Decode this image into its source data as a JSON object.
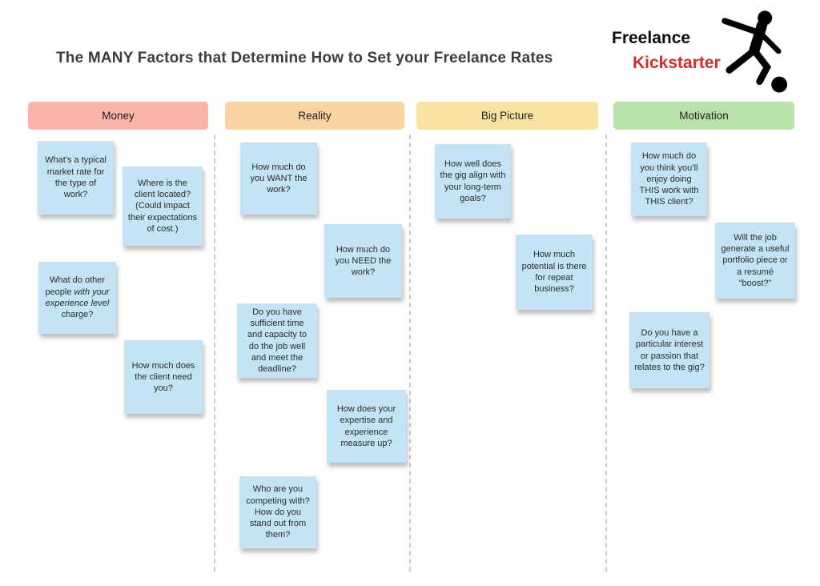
{
  "title": "The MANY Factors that Determine How to Set your Freelance Rates",
  "logo": {
    "word1": "Freelance",
    "word2": "Kickstarter",
    "word2_color": "#d42c2c",
    "figure_icon": "kicking-figure-icon"
  },
  "note_color": "#c3e4f5",
  "columns": [
    {
      "label": "Money",
      "header_color": "#fbb4a9",
      "notes": [
        {
          "text": "What’s a typical market rate for the type of work?"
        },
        {
          "text": "Where is the client located? (Could impact their expectations of cost.)"
        },
        {
          "text_pre": "What do other people ",
          "text_italic": "with your experience level",
          "text_post": " charge?"
        },
        {
          "text": "How much does the client need you?"
        }
      ]
    },
    {
      "label": "Reality",
      "header_color": "#fbd3a2",
      "notes": [
        {
          "text": "How much do you WANT the work?"
        },
        {
          "text": "How much do you NEED the work?"
        },
        {
          "text": "Do you have sufficient time and capacity to do the job well and meet the deadline?"
        },
        {
          "text": "How does your expertise and experience measure up?"
        },
        {
          "text": "Who are you competing with? How do you stand out from them?"
        }
      ]
    },
    {
      "label": "Big Picture",
      "header_color": "#fae3a0",
      "notes": [
        {
          "text": "How well does the gig align with your long-term goals?"
        },
        {
          "text": "How much potential is there for repeat business?"
        }
      ]
    },
    {
      "label": "Motivation",
      "header_color": "#b9e1aa",
      "notes": [
        {
          "text": "How much do you think you’ll enjoy doing THIS work with THIS client?"
        },
        {
          "text": "Will the job generate a useful portfolio piece or a resumé “boost?”"
        },
        {
          "text": "Do you have a particular interest or passion that relates to the gig?"
        }
      ]
    }
  ]
}
